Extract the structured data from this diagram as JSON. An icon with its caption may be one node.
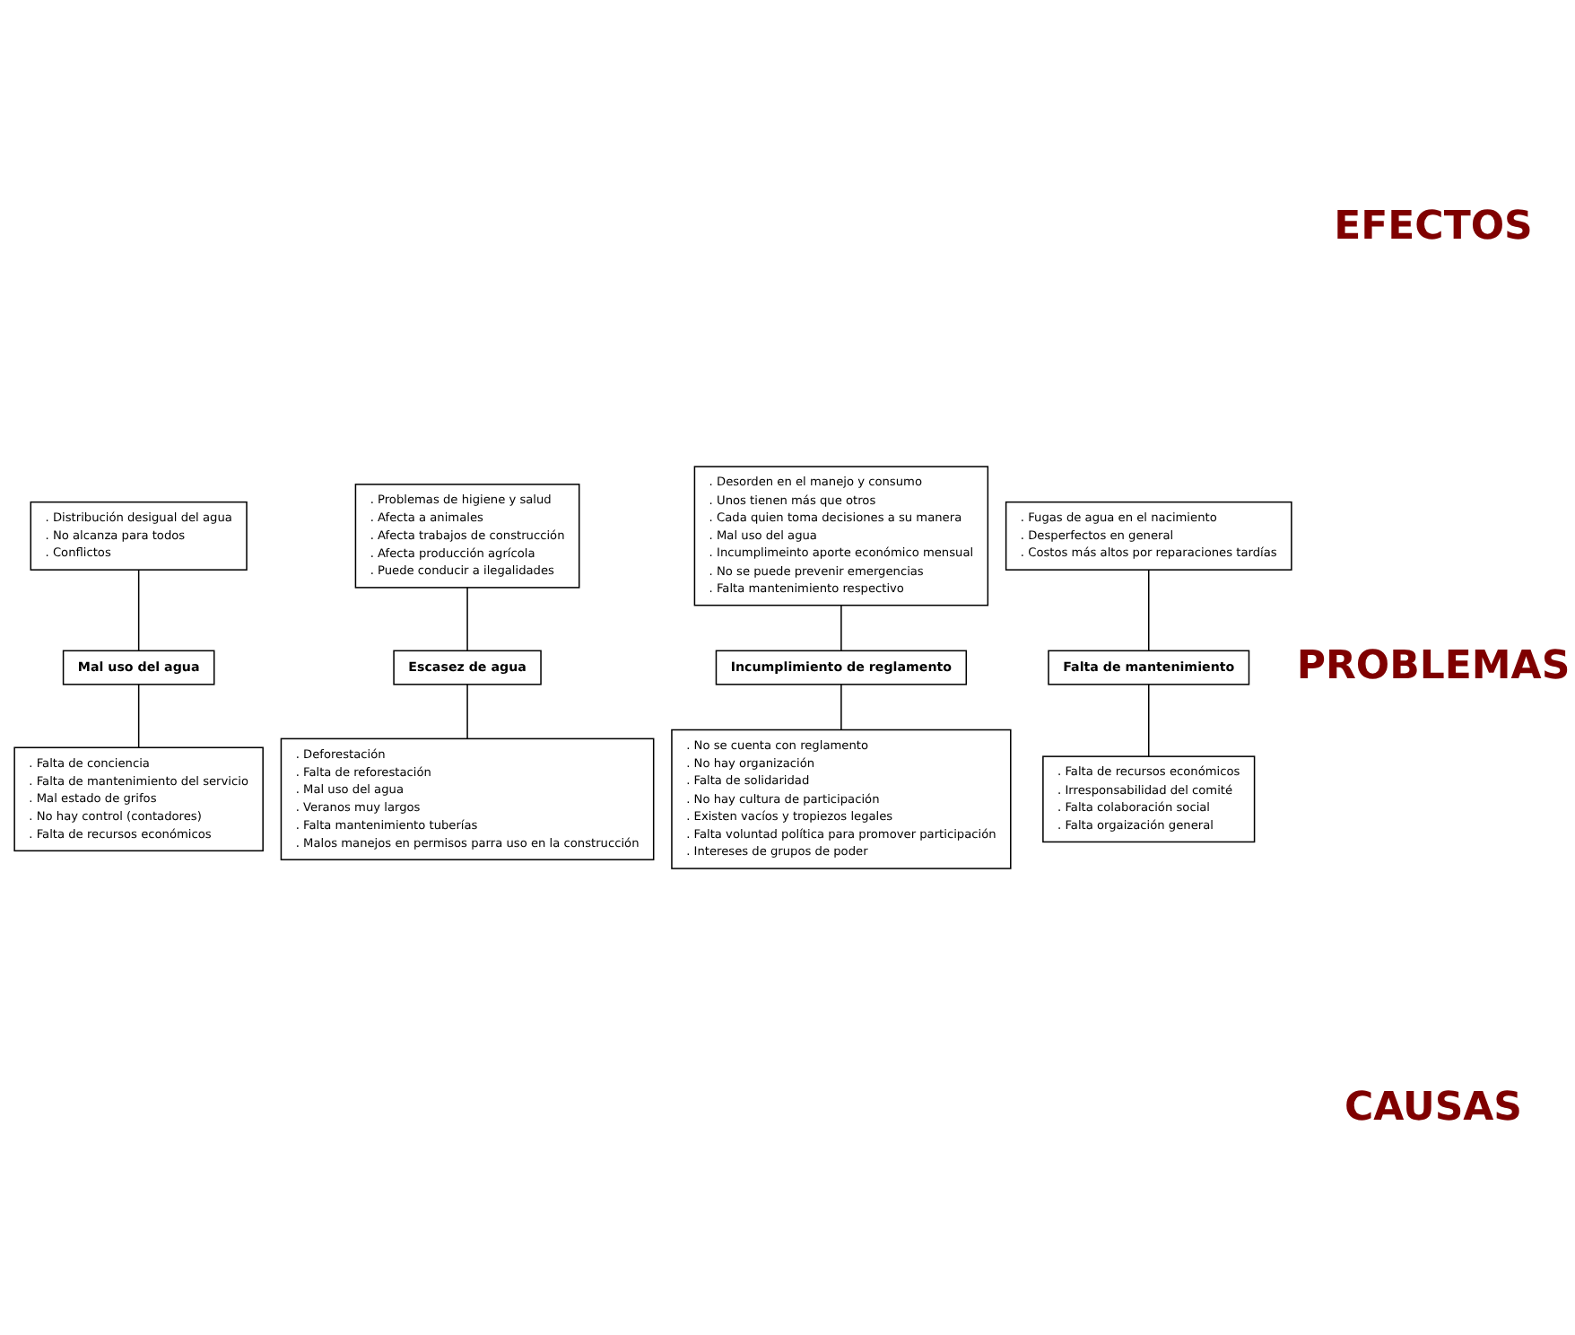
{
  "diagram": {
    "nodes": [
      {
        "text": [
          ". Distribución desigual del agua",
          ". No alcanza para todos",
          ". Conflictos"
        ]
      },
      {
        "text": [
          ". Problemas de higiene y salud",
          ". Afecta a animales",
          ". Afecta trabajos de construcción",
          ". Afecta producción agrícola",
          ". Puede conducir a ilegalidades"
        ]
      },
      {
        "text": [
          ". Desorden en el manejo y consumo",
          ". Unos tienen más que otros",
          ". Cada quien toma decisiones a su manera",
          ". Mal uso del agua",
          ". Incumplimeinto aporte económico mensual",
          ". No se puede prevenir emergencias",
          ". Falta mantenimiento respectivo"
        ]
      },
      {
        "text": [
          ". Fugas de agua en el nacimiento",
          ". Desperfectos en general",
          ". Costos más altos por reparaciones tardías"
        ]
      },
      {
        "text": [
          "Incumplimiento de reglamento"
        ]
      },
      {
        "text": [
          "Mal uso del agua"
        ]
      },
      {
        "text": [
          "Escasez de agua"
        ]
      },
      {
        "text": [
          "Falta de mantenimiento"
        ]
      },
      {
        "text": [
          ". No se cuenta con reglamento",
          ". No hay organización",
          ". Falta de solidaridad",
          ". No hay cultura de participación",
          ". Existen vacíos y tropiezos legales",
          ". Falta voluntad política para promover participación",
          ". Intereses de grupos de poder"
        ]
      },
      {
        "text": [
          ". Falta de recursos económicos",
          ". Irresponsabilidad del comité",
          ". Falta colaboración social",
          ". Falta orgaización general"
        ]
      },
      {
        "text": [
          ". Deforestación",
          ". Falta de reforestación",
          ". Mal uso del agua",
          ". Veranos muy largos",
          ". Falta mantenimiento tuberías",
          ". Malos manejos en permisos parra uso en la construcción"
        ]
      },
      {
        "text": [
          ". Falta de conciencia",
          ". Falta de mantenimiento del servicio",
          ". Mal estado de grifos",
          ". No hay control (contadores)",
          ". Falta de recursos económicos"
        ]
      }
    ],
    "edges": [
      {
        "from": 2,
        "to": 4,
        "arrow": "none"
      },
      {
        "from": 0,
        "to": 5,
        "arrow": "none"
      },
      {
        "from": 1,
        "to": 6,
        "arrow": "none"
      },
      {
        "from": 3,
        "to": 7,
        "arrow": "none"
      },
      {
        "from": 4,
        "to": 8,
        "arrow": "none"
      },
      {
        "from": 5,
        "to": 11,
        "arrow": "none"
      },
      {
        "from": 6,
        "to": 10,
        "arrow": "none"
      },
      {
        "from": 7,
        "to": 9,
        "arrow": "none"
      }
    ],
    "labels": [
      "EFECTOS",
      "PROBLEMAS",
      "CAUSAS"
    ]
  }
}
